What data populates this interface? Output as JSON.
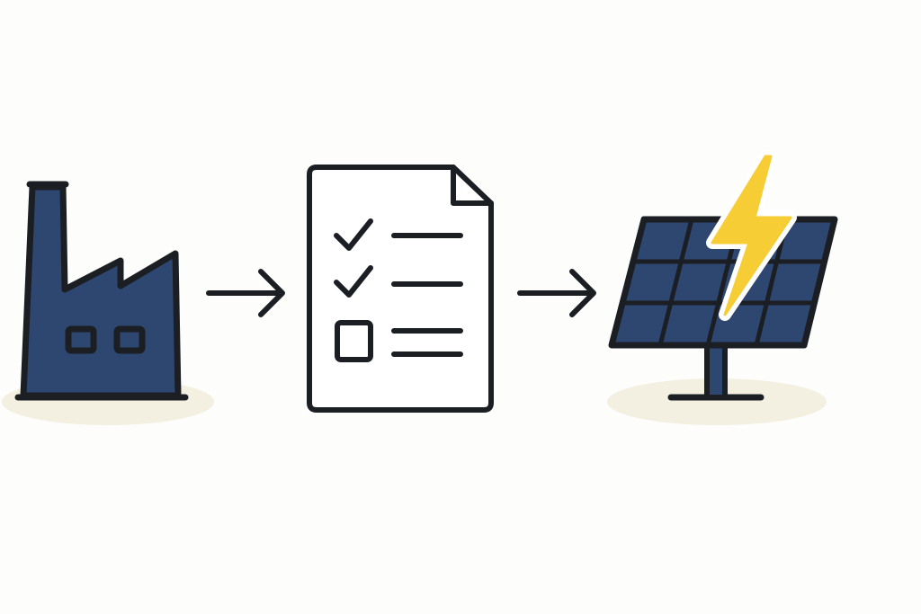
{
  "diagram": {
    "flow": [
      "factory-icon",
      "arrow-icon",
      "checklist-document-icon",
      "arrow-icon",
      "solar-panel-icon",
      "lightning-bolt-icon"
    ],
    "checklist": {
      "items": [
        {
          "state": "checked"
        },
        {
          "state": "checked"
        },
        {
          "state": "unchecked"
        }
      ]
    }
  },
  "colors": {
    "background": "#fdfdfb",
    "outline": "#1b1f24",
    "navy": "#2e4770",
    "bolt": "#f7cd36",
    "ground": "#f3efe1",
    "paper": "#ffffff"
  }
}
